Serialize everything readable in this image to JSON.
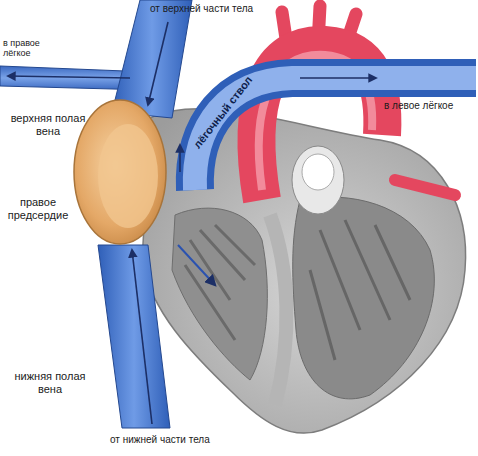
{
  "diagram": {
    "labels": [
      "от верхней части тела",
      "в правое лёгкое",
      "верхняя полая вена",
      "правое предсердие",
      "лёгочный ствол",
      "в левое лёгкое",
      "нижняя полая вена",
      "от нижней части тела"
    ]
  }
}
